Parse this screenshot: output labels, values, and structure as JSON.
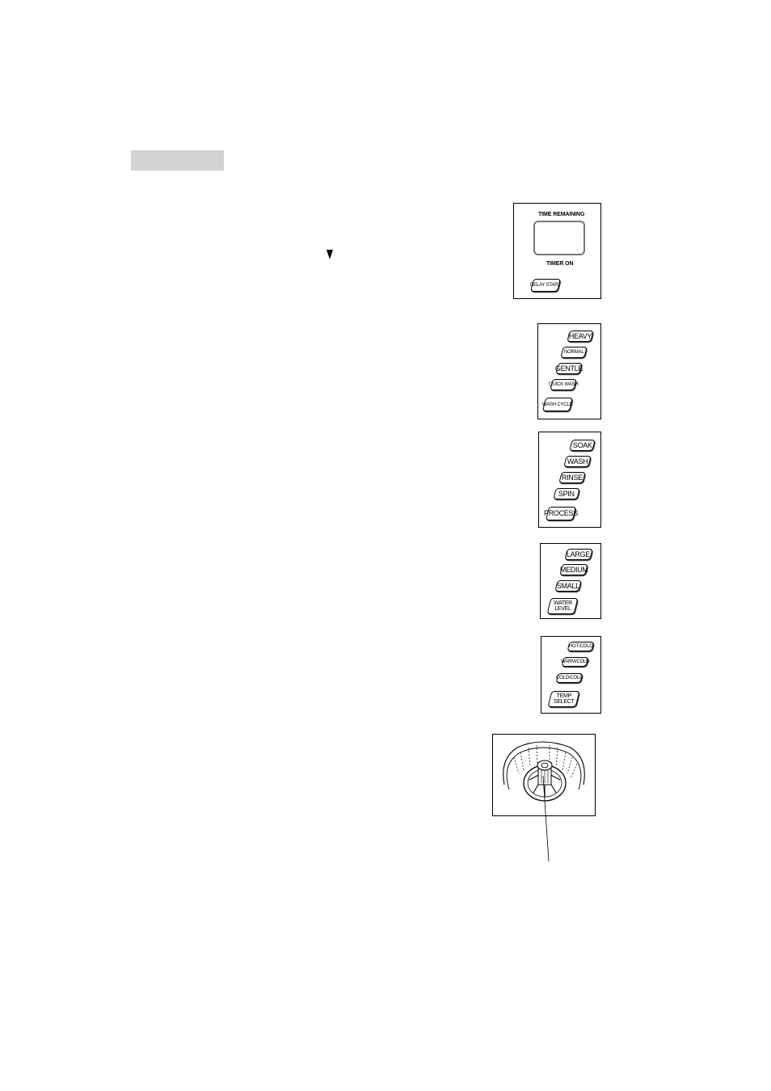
{
  "timer_panel": {
    "time_remaining_label": "TIME REMAINING",
    "timer_on_label": "TIMER ON",
    "delay_start_button": "DELAY START"
  },
  "wash_cycle_panel": {
    "options": [
      "HEAVY",
      "NORMAL",
      "GENTLE",
      "QUICK WASH"
    ],
    "select_button": "WASH CYCLE"
  },
  "process_panel": {
    "options": [
      "SOAK",
      "WASH",
      "RINSE",
      "SPIN"
    ],
    "select_button": "PROCESS"
  },
  "water_level_panel": {
    "options": [
      "LARGE",
      "MEDIUM",
      "SMALL"
    ],
    "select_button": "WATER\nLEVEL"
  },
  "temp_panel": {
    "options": [
      "HOT/COLD",
      "WARM/COLD",
      "COLD/COLD"
    ],
    "select_button": "TEMP\nSELECT"
  },
  "icons": {
    "marker": "down-triangle-icon",
    "tub": "washer-tub-illustration"
  }
}
